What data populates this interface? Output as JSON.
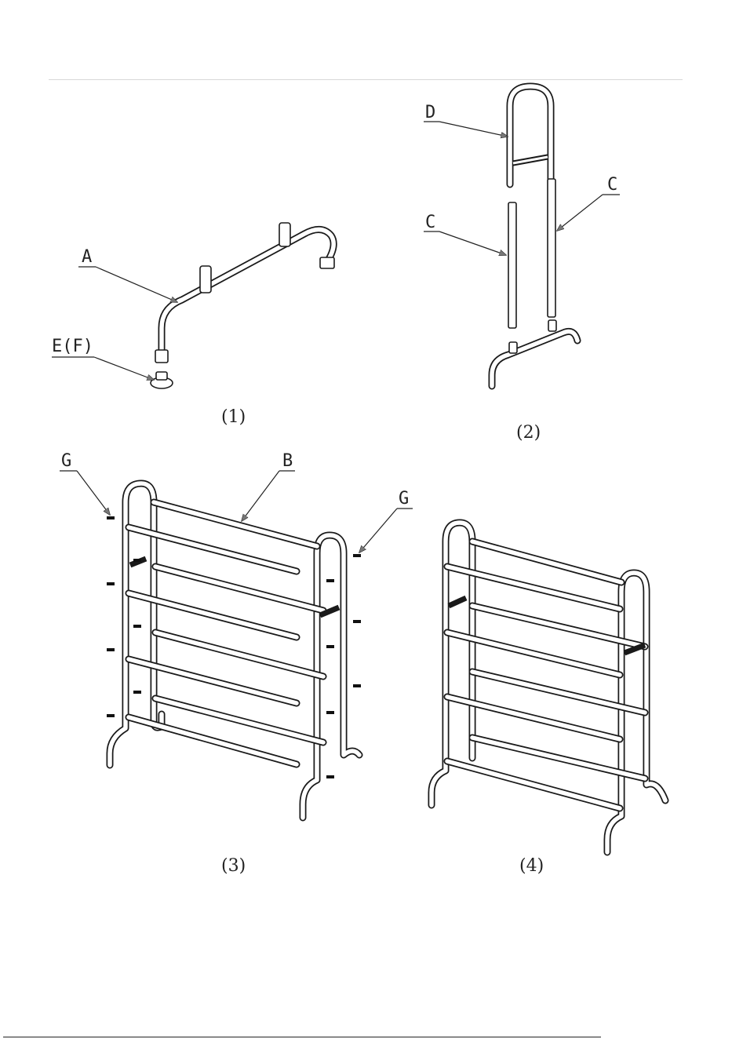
{
  "figures": [
    {
      "caption": "(1)",
      "labels": [
        "A",
        "E(F)"
      ]
    },
    {
      "caption": "(2)",
      "labels": [
        "D",
        "C",
        "C"
      ]
    },
    {
      "caption": "(3)",
      "labels": [
        "G",
        "B",
        "G"
      ]
    },
    {
      "caption": "(4)",
      "labels": []
    }
  ]
}
